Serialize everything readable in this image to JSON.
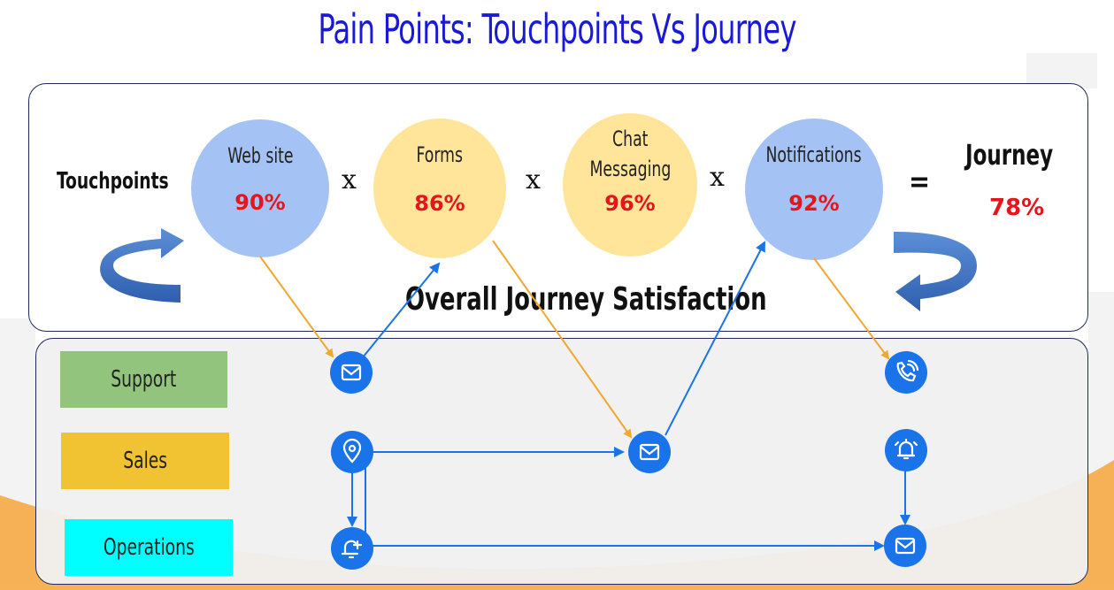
{
  "title": "Pain Points:  Touchpoints Vs Journey",
  "row_label": "Touchpoints",
  "touchpoints": [
    {
      "name_lines": [
        "Web site"
      ],
      "value": "90%"
    },
    {
      "name_lines": [
        "Forms"
      ],
      "value": "86%"
    },
    {
      "name_lines": [
        "Chat",
        "Messaging"
      ],
      "value": "96%"
    },
    {
      "name_lines": [
        "Notifications"
      ],
      "value": "92%"
    }
  ],
  "operator_multiply": "x",
  "operator_equals": "=",
  "journey": {
    "label": "Journey",
    "value": "78%"
  },
  "overall_label": "Overall Journey Satisfaction",
  "departments": [
    {
      "name": "Support",
      "color": "#93c47d"
    },
    {
      "name": "Sales",
      "color": "#f1c232"
    },
    {
      "name": "Operations",
      "color": "#00ffff"
    }
  ],
  "colors": {
    "title": "#1a1ad6",
    "percent": "#e8141b",
    "circle_blue": "#a4c2f4",
    "circle_yellow": "#ffe599",
    "node": "#1a73e8",
    "orange_line": "#f0a830"
  },
  "nodes": [
    {
      "id": "support-mail-1",
      "icon": "mail-icon"
    },
    {
      "id": "support-phone",
      "icon": "phone-icon"
    },
    {
      "id": "sales-location",
      "icon": "location-pin-icon"
    },
    {
      "id": "sales-mail",
      "icon": "mail-icon"
    },
    {
      "id": "sales-alarm",
      "icon": "alarm-icon"
    },
    {
      "id": "ops-bell-add",
      "icon": "bell-plus-icon"
    },
    {
      "id": "ops-mail",
      "icon": "mail-icon"
    }
  ]
}
